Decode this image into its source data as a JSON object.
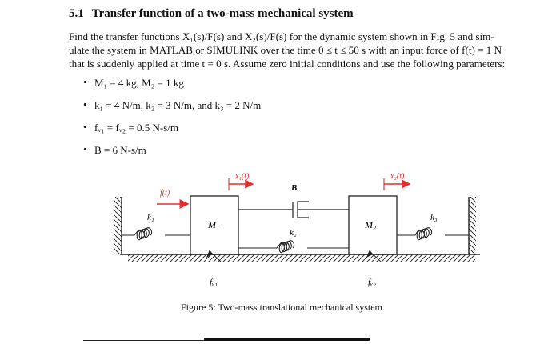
{
  "section": {
    "number": "5.1",
    "title": "Transfer function of a two-mass mechanical system"
  },
  "paragraph": {
    "line1": "Find the transfer functions X₁(s)/F(s) and X₂(s)/F(s) for the dynamic system shown in Fig. 5 and sim-",
    "line2": "ulate the system in MATLAB or SIMULINK over the time 0 ≤ t ≤ 50 s with an input force of f(t) = 1 N",
    "line3": "that is suddenly applied at time t = 0 s. Assume zero initial conditions and use the following parameters:"
  },
  "parameters": [
    "M₁ = 4 kg, M₂ = 1 kg",
    "k₁ = 4 N/m, k₂ = 3 N/m, and k₃ = 2 N/m",
    "fᵥ₁ = fᵥ₂ = 0.5 N-s/m",
    "B = 6 N-s/m"
  ],
  "figure": {
    "force_label": "f(t)",
    "x1_label": "x₁(t)",
    "x2_label": "x₂(t)",
    "damper_label": "B",
    "mass1_label": "M₁",
    "mass2_label": "M₂",
    "spring1_label": "k₁",
    "spring2_label": "k₂",
    "spring3_label": "k₃",
    "friction1_label": "fᵥ₁",
    "friction2_label": "fᵥ₂",
    "caption": "Figure 5: Two-mass translational mechanical system."
  },
  "colors": {
    "arrow": "#e03030",
    "line": "#222222"
  }
}
